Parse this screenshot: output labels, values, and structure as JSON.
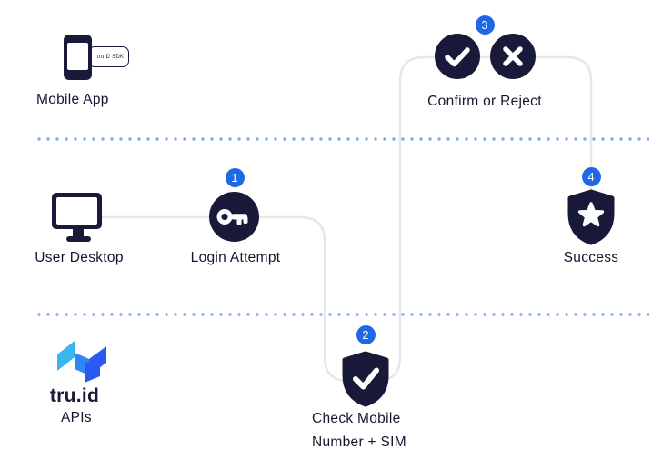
{
  "diagram": {
    "lanes": {
      "mobile": {
        "label": "Mobile App",
        "sdk_badge": "truID SDK"
      },
      "desktop": {
        "label": "User Desktop"
      },
      "api": {
        "brand": "tru.id",
        "label": "APIs"
      }
    },
    "steps": {
      "step1": {
        "number": "1",
        "label": "Login Attempt",
        "icon": "key"
      },
      "step2": {
        "number": "2",
        "label_line1": "Check Mobile",
        "label_line2": "Number + SIM",
        "icon": "shield-check"
      },
      "step3": {
        "number": "3",
        "label": "Confirm or Reject",
        "icons": [
          "check-circle",
          "cross-circle"
        ]
      },
      "step4": {
        "number": "4",
        "label": "Success",
        "icon": "shield-star"
      }
    },
    "colors": {
      "navy": "#191939",
      "badge_blue": "#2067e6",
      "dotted_blue": "#79a9ef",
      "connector_gray": "#e7e7e8",
      "text": "#15152e",
      "logo_light_blue": "#3bb4f2",
      "logo_mid_blue": "#2f87f3",
      "logo_royal_blue": "#2b5af3"
    }
  }
}
